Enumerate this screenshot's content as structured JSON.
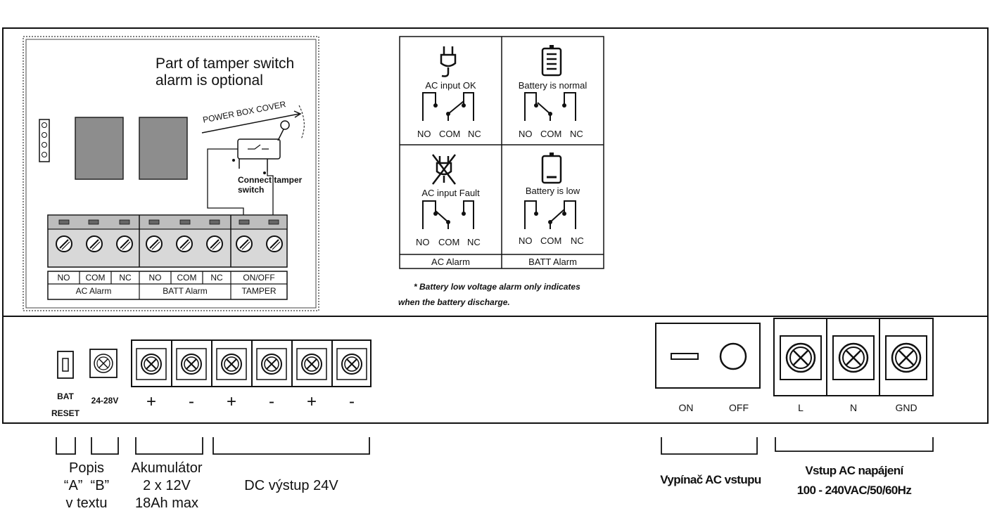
{
  "tamper_panel": {
    "note_line1": "Part of tamper switch",
    "note_line2": "alarm is optional",
    "power_box_cover": "POWER BOX COVER",
    "connect_line1": "Connect tamper",
    "connect_line2": "switch",
    "terminal_labels": [
      "NO",
      "COM",
      "NC",
      "NO",
      "COM",
      "NC",
      "ON/OFF"
    ],
    "group_labels": [
      "AC Alarm",
      "BATT Alarm",
      "TAMPER"
    ]
  },
  "relay_panel": {
    "ac_ok": "AC input OK",
    "batt_normal": "Battery is normal",
    "ac_fault": "AC input Fault",
    "batt_low": "Battery is low",
    "contacts": [
      "NO",
      "COM",
      "NC"
    ],
    "footer_ac": "AC Alarm",
    "footer_batt": "BATT Alarm",
    "note_line1": "* Battery low voltage alarm only indicates",
    "note_line2": "when the battery discharge."
  },
  "front_panel": {
    "bat_reset_1": "BAT",
    "bat_reset_2": "RESET",
    "pot_label": "24-28V",
    "polarity": [
      "+",
      "-",
      "+",
      "-",
      "+",
      "-"
    ],
    "switch_on": "ON",
    "switch_off": "OFF",
    "ac_terminals": [
      "L",
      "N",
      "GND"
    ]
  },
  "legend": {
    "popis_1": "Popis",
    "popis_2": "“A”  “B”",
    "popis_3": "v textu",
    "akum_1": "Akumulátor",
    "akum_2": "2 x 12V",
    "akum_3": "18Ah max",
    "dc_out": "DC výstup 24V",
    "switch_label": "Vypínač AC vstupu",
    "ac_in_1": "Vstup AC napájení",
    "ac_in_2": "100 - 240VAC/50/60Hz"
  }
}
